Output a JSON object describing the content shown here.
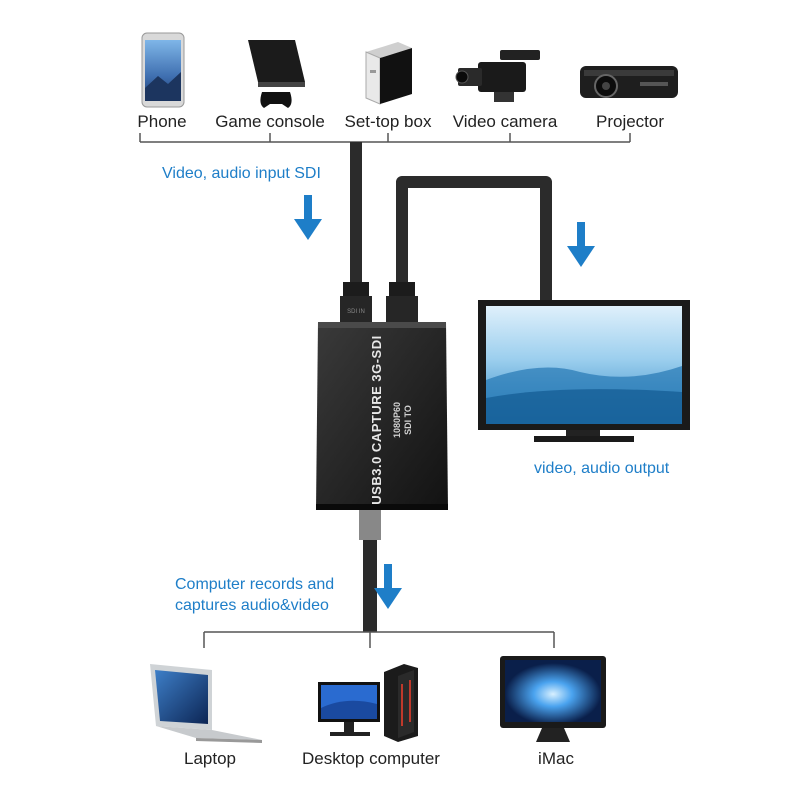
{
  "sources": [
    {
      "label": "Phone",
      "icon": "phone-icon"
    },
    {
      "label": "Game console",
      "icon": "game-console-icon"
    },
    {
      "label": "Set-top box",
      "icon": "set-top-box-icon"
    },
    {
      "label": "Video camera",
      "icon": "video-camera-icon"
    },
    {
      "label": "Projector",
      "icon": "projector-icon"
    }
  ],
  "input_label": "Video, audio input SDI",
  "output_label": "video, audio output",
  "computer_label_lines": [
    "Computer records and",
    "captures audio&video"
  ],
  "device": {
    "line1": "USB3.0 CAPTURE 3G-SDI",
    "line2": "1080P60",
    "line3": "SDI TO",
    "port_text": "SDI IN"
  },
  "destinations": [
    {
      "label": "Laptop",
      "icon": "laptop-icon"
    },
    {
      "label": "Desktop computer",
      "icon": "desktop-computer-icon"
    },
    {
      "label": "iMac",
      "icon": "imac-icon"
    }
  ],
  "colors": {
    "arrow": "#1e7ec8",
    "label_blue": "#1e7ec8",
    "cable": "#2b2b2b",
    "line": "#555555"
  }
}
